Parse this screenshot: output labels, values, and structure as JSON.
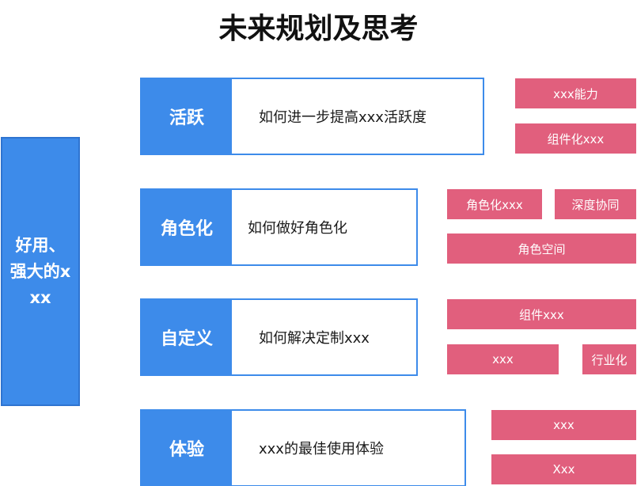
{
  "title": "未来规划及思考",
  "left_block": {
    "text": "好用、强大的xxx"
  },
  "rows": [
    {
      "label": "活跃",
      "desc": "如何进一步提高xxx活跃度",
      "tags": [
        "xxx能力",
        "组件化xxx"
      ]
    },
    {
      "label": "角色化",
      "desc": "如何做好角色化",
      "tags": [
        "角色化xxx",
        "深度协同",
        "角色空间"
      ]
    },
    {
      "label": "自定义",
      "desc": "如何解决定制xxx",
      "tags": [
        "组件xxx",
        "xxx",
        "行业化"
      ]
    },
    {
      "label": "体验",
      "desc": "xxx的最佳使用体验",
      "tags": [
        "xxx",
        "Xxx"
      ]
    }
  ],
  "colors": {
    "primary_blue": "#3d8bea",
    "tag_pink": "#e15f7d"
  }
}
